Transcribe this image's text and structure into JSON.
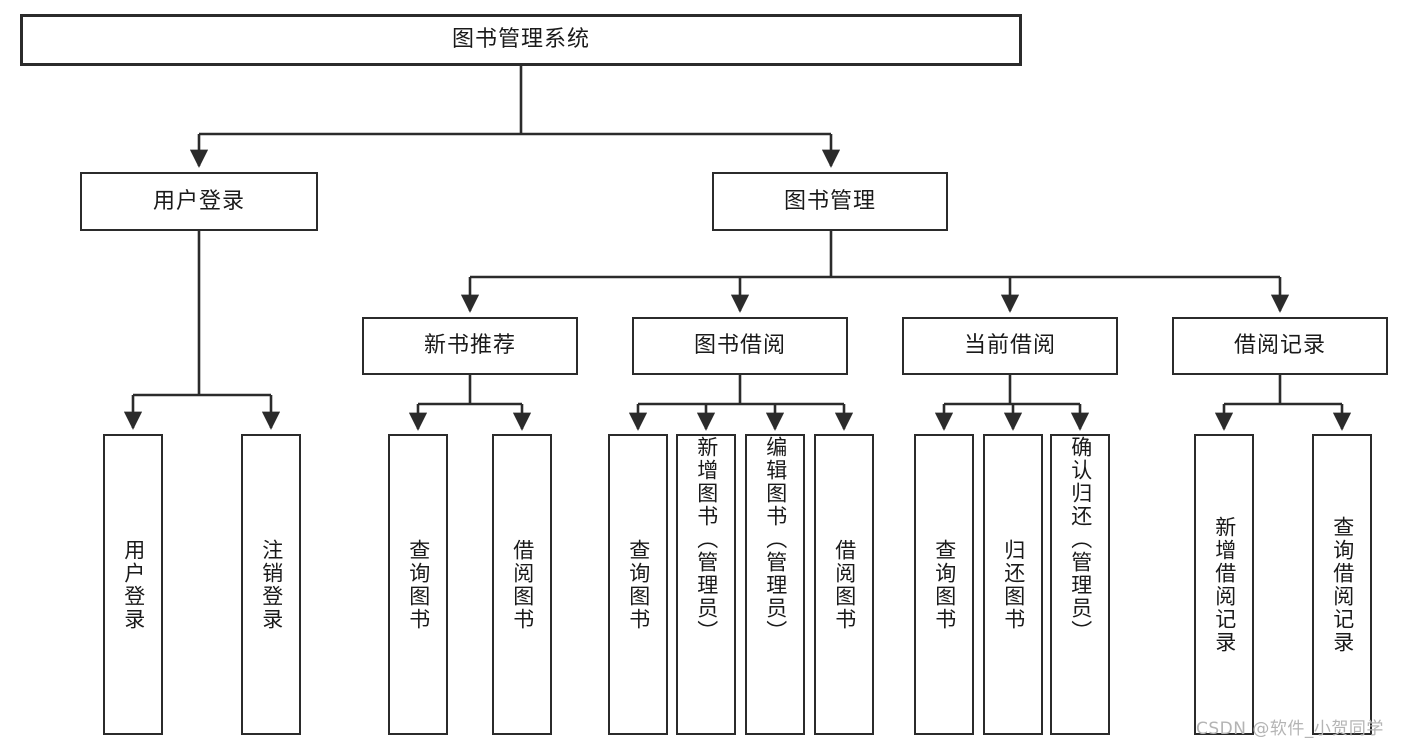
{
  "diagram": {
    "title": "图书管理系统",
    "type": "hierarchy-tree",
    "colors": {
      "box_border": "#2b2b2b",
      "box_fill": "#ffffff",
      "connector": "#2b2b2b",
      "text": "#1a1a1a",
      "watermark": "#b4b4b4",
      "background": "#ffffff"
    },
    "root": {
      "label": "图书管理系统"
    },
    "level1": [
      {
        "label": "用户登录"
      },
      {
        "label": "图书管理"
      }
    ],
    "level2": [
      {
        "label": "新书推荐"
      },
      {
        "label": "图书借阅"
      },
      {
        "label": "当前借阅"
      },
      {
        "label": "借阅记录"
      }
    ],
    "leaves": {
      "user_login": [
        {
          "label": "用户登录"
        },
        {
          "label": "注销登录"
        }
      ],
      "new_book_recommend": [
        {
          "label": "查询图书"
        },
        {
          "label": "借阅图书"
        }
      ],
      "book_borrow": [
        {
          "label": "查询图书"
        },
        {
          "label": "新增图书（管理员）"
        },
        {
          "label": "编辑图书（管理员）"
        },
        {
          "label": "借阅图书"
        }
      ],
      "current_borrow": [
        {
          "label": "查询图书"
        },
        {
          "label": "归还图书"
        },
        {
          "label": "确认归还（管理员）"
        }
      ],
      "borrow_record": [
        {
          "label": "新增借阅记录"
        },
        {
          "label": "查询借阅记录"
        }
      ]
    },
    "watermark": "CSDN @软件_小贺同学"
  }
}
